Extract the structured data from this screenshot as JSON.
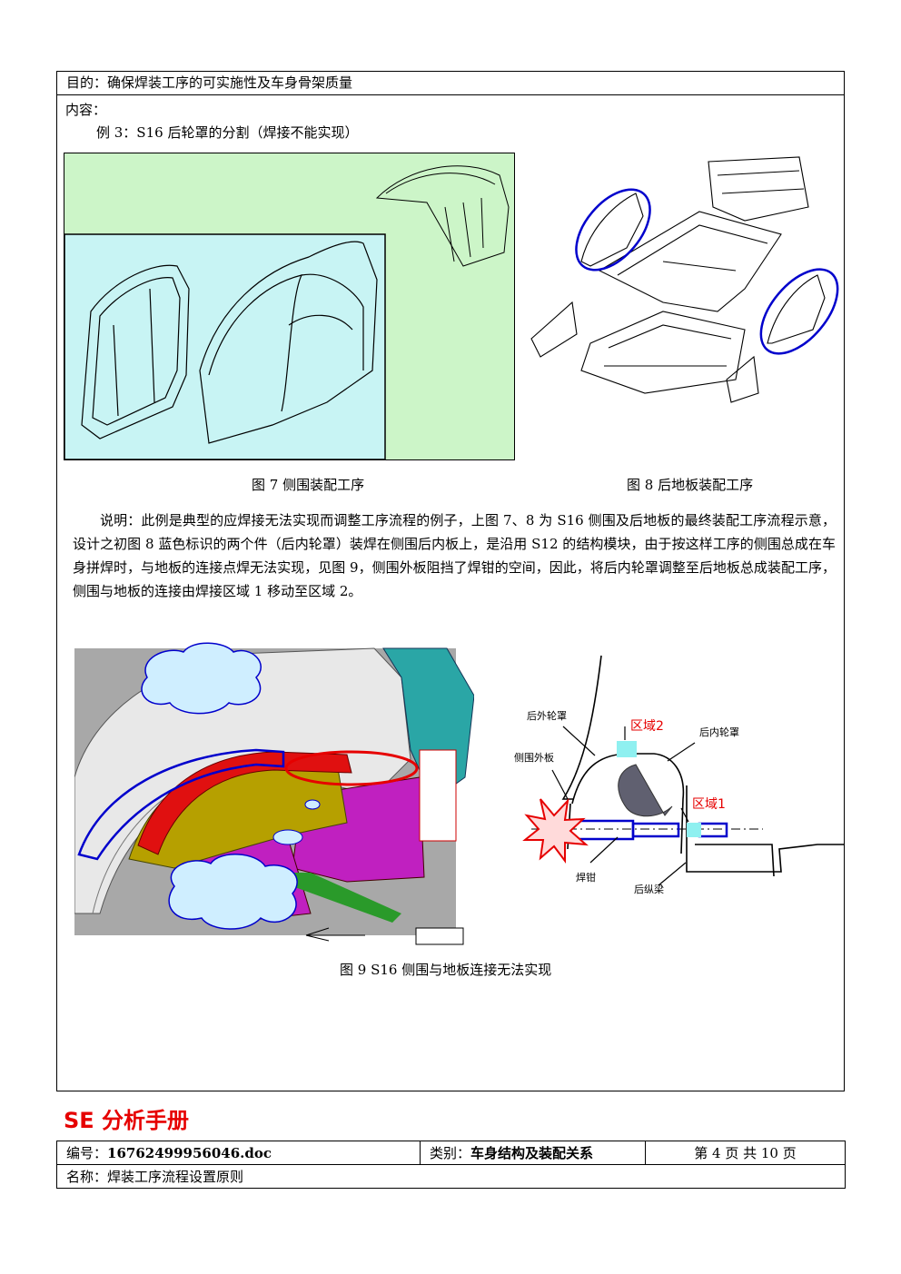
{
  "header": {
    "purpose": "目的：确保焊装工序的可实施性及车身骨架质量",
    "content_label": "内容：",
    "example_title": "例 3：S16 后轮罩的分割（焊接不能实现）"
  },
  "figures": {
    "fig7_caption": "图 7  侧围装配工序",
    "fig8_caption": "图 8  后地板装配工序",
    "fig9_caption": "图 9  S16 侧围与地板连接无法实现",
    "diagram": {
      "outer_wheelhouse": "后外轮罩",
      "inner_wheelhouse": "后内轮罩",
      "side_outer": "侧围外板",
      "zone1": "区域1",
      "zone2": "区域2",
      "weld_gun": "焊钳",
      "rear_rail": "后纵梁"
    }
  },
  "description": "说明：此例是典型的应焊接无法实现而调整工序流程的例子，上图 7、8 为 S16 侧围及后地板的最终装配工序流程示意，设计之初图 8 蓝色标识的两个件（后内轮罩）装焊在侧围后内板上，是沿用 S12 的结构模块，由于按这样工序的侧围总成在车身拼焊时，与地板的连接点焊无法实现，见图 9，侧围外板阻挡了焊钳的空间，因此，将后内轮罩调整至后地板总成装配工序，侧围与地板的连接由焊接区域 1 移动至区域 2。",
  "brand": "SE 分析手册",
  "footer": {
    "number_label": "编号：",
    "number_value": "16762499956046.doc",
    "category_label": "类别：",
    "category_value": "车身结构及装配关系",
    "page_info": "第 4 页 共 10 页",
    "name_label": "名称：",
    "name_value": "焊装工序流程设置原则"
  },
  "colors": {
    "fig7_back": "#ccf5c8",
    "fig7_front": "#c8f4f4",
    "highlight_blue": "#0000cc",
    "highlight_red": "#e60000",
    "brand_red": "#e60000"
  }
}
